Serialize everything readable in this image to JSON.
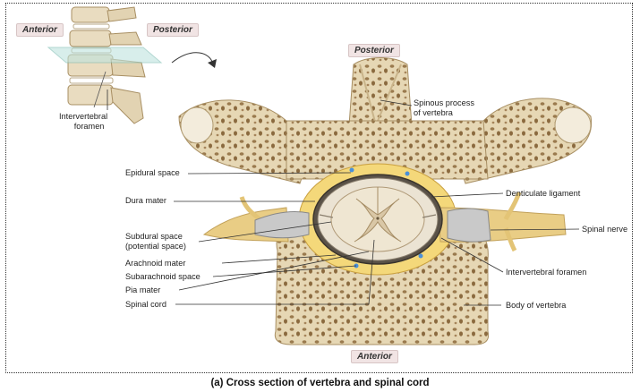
{
  "orientation": {
    "anterior_inset": "Anterior",
    "posterior_inset": "Posterior",
    "posterior_top": "Posterior",
    "anterior_bottom": "Anterior"
  },
  "labels": {
    "intervertebral_foramen_inset": [
      "Intervertebral",
      "foramen"
    ],
    "spinous_process": [
      "Spinous process",
      "of vertebra"
    ],
    "epidural_space": "Epidural space",
    "dura_mater": "Dura mater",
    "subdural_space": [
      "Subdural space",
      "(potential space)"
    ],
    "arachnoid_mater": "Arachnoid mater",
    "subarachnoid_space": "Subarachnoid space",
    "pia_mater": "Pia mater",
    "spinal_cord": "Spinal cord",
    "denticulate_ligament": "Denticulate ligament",
    "spinal_nerve": "Spinal nerve",
    "intervertebral_foramen": "Intervertebral foramen",
    "body_of_vertebra": "Body of vertebra"
  },
  "caption": "(a) Cross section of vertebra and spinal cord"
}
